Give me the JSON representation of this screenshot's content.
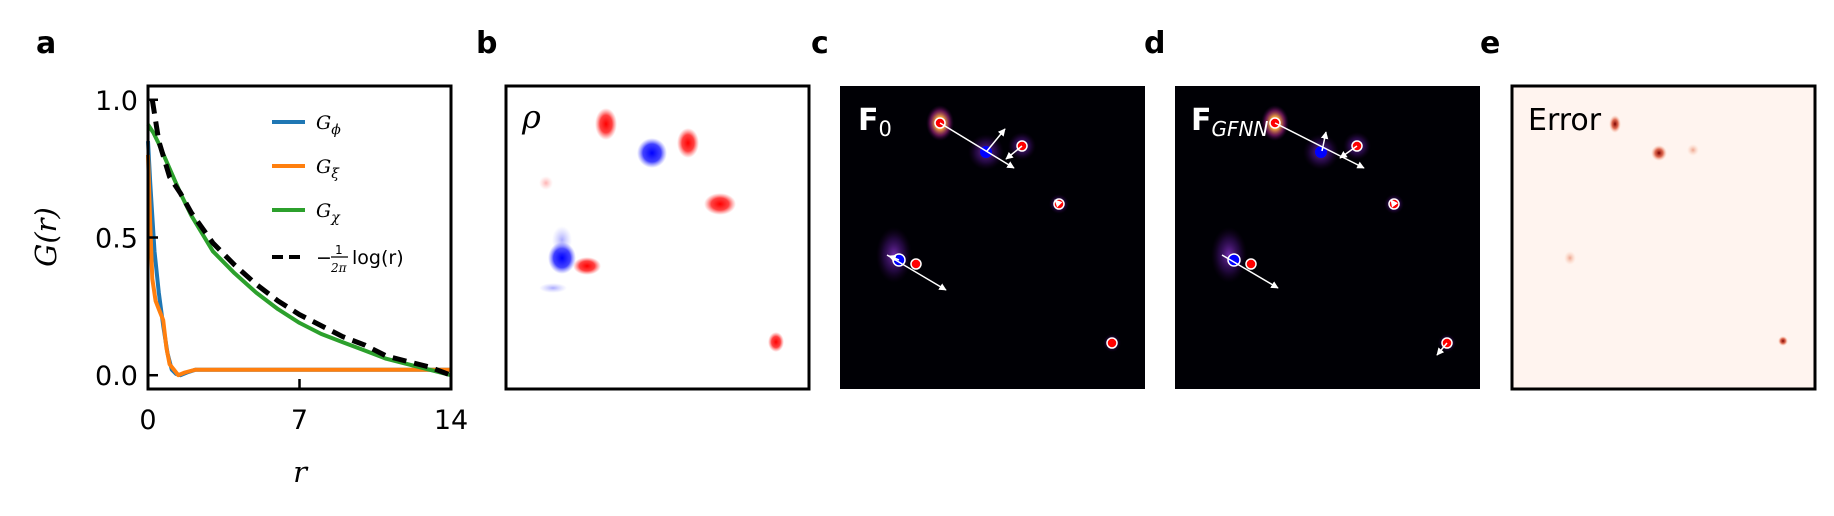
{
  "panels": {
    "a": {
      "letter": "a"
    },
    "b": {
      "letter": "b",
      "label": "ρ"
    },
    "c": {
      "letter": "c",
      "label_main": "F",
      "label_sub": "0"
    },
    "d": {
      "letter": "d",
      "label_main": "F",
      "label_sub": "GFNN"
    },
    "e": {
      "letter": "e",
      "label": "Error"
    }
  },
  "chart_data": {
    "type": "line",
    "xlabel": "r",
    "ylabel": "G(r)",
    "xlim": [
      0,
      14
    ],
    "ylim": [
      -0.05,
      1.05
    ],
    "xticks": [
      0,
      7,
      14
    ],
    "xtick_labels": [
      "0",
      "7",
      "14"
    ],
    "yticks": [
      0.0,
      0.5,
      1.0
    ],
    "ytick_labels": [
      "0.0",
      "0.5",
      "1.0"
    ],
    "grid": false,
    "legend_position": "top-right",
    "series": [
      {
        "name": "G_phi",
        "legend_main": "G",
        "legend_sub": "ϕ",
        "color": "#1f77b4",
        "dash": "solid",
        "x": [
          0.0,
          0.1,
          0.3,
          0.5,
          0.7,
          0.9,
          1.1,
          1.3,
          1.5,
          1.8,
          2.2,
          3,
          5,
          8,
          11,
          14
        ],
        "y": [
          0.85,
          0.7,
          0.45,
          0.3,
          0.18,
          0.08,
          0.02,
          0.005,
          0.0,
          0.01,
          0.02,
          0.02,
          0.02,
          0.02,
          0.02,
          0.02
        ]
      },
      {
        "name": "G_xi",
        "legend_main": "G",
        "legend_sub": "ξ",
        "color": "#ff7f0e",
        "dash": "solid",
        "x": [
          0.0,
          0.1,
          0.2,
          0.35,
          0.5,
          0.7,
          0.85,
          1.0,
          1.2,
          1.4,
          1.7,
          2.2,
          3,
          5,
          8,
          11,
          14
        ],
        "y": [
          0.8,
          0.55,
          0.35,
          0.27,
          0.24,
          0.2,
          0.1,
          0.04,
          0.02,
          0.0,
          0.01,
          0.02,
          0.02,
          0.02,
          0.02,
          0.02,
          0.02
        ]
      },
      {
        "name": "G_chi",
        "legend_main": "G",
        "legend_sub": "χ",
        "color": "#2ca02c",
        "dash": "solid",
        "x": [
          0.0,
          0.25,
          0.5,
          1.0,
          1.5,
          2.0,
          3.0,
          4.0,
          5.0,
          6.0,
          7.0,
          8.0,
          9.0,
          10.0,
          11.0,
          12.0,
          13.0,
          14.0
        ],
        "y": [
          0.91,
          0.88,
          0.84,
          0.75,
          0.66,
          0.58,
          0.45,
          0.37,
          0.3,
          0.24,
          0.19,
          0.15,
          0.12,
          0.09,
          0.06,
          0.04,
          0.02,
          0.0
        ]
      },
      {
        "name": "-1/(2π) log(r)",
        "legend_main": "−",
        "legend_frac_num": "1",
        "legend_frac_den": "2π",
        "legend_tail": "log(r)",
        "color": "#000000",
        "dash": "dashed",
        "x": [
          0.2,
          0.5,
          1.0,
          1.5,
          2.0,
          3.0,
          4.0,
          5.0,
          6.0,
          7.0,
          8.0,
          9.0,
          10.0,
          11.0,
          12.0,
          13.0,
          14.0
        ],
        "y": [
          1.0,
          0.85,
          0.72,
          0.66,
          0.59,
          0.48,
          0.4,
          0.33,
          0.27,
          0.22,
          0.18,
          0.14,
          0.11,
          0.07,
          0.05,
          0.03,
          0.0
        ]
      }
    ]
  },
  "colors": {
    "map_background_dark": "#000005",
    "positive_red": "#ff0000",
    "negative_blue": "#0000ff",
    "error_background": "#fff4ef"
  }
}
